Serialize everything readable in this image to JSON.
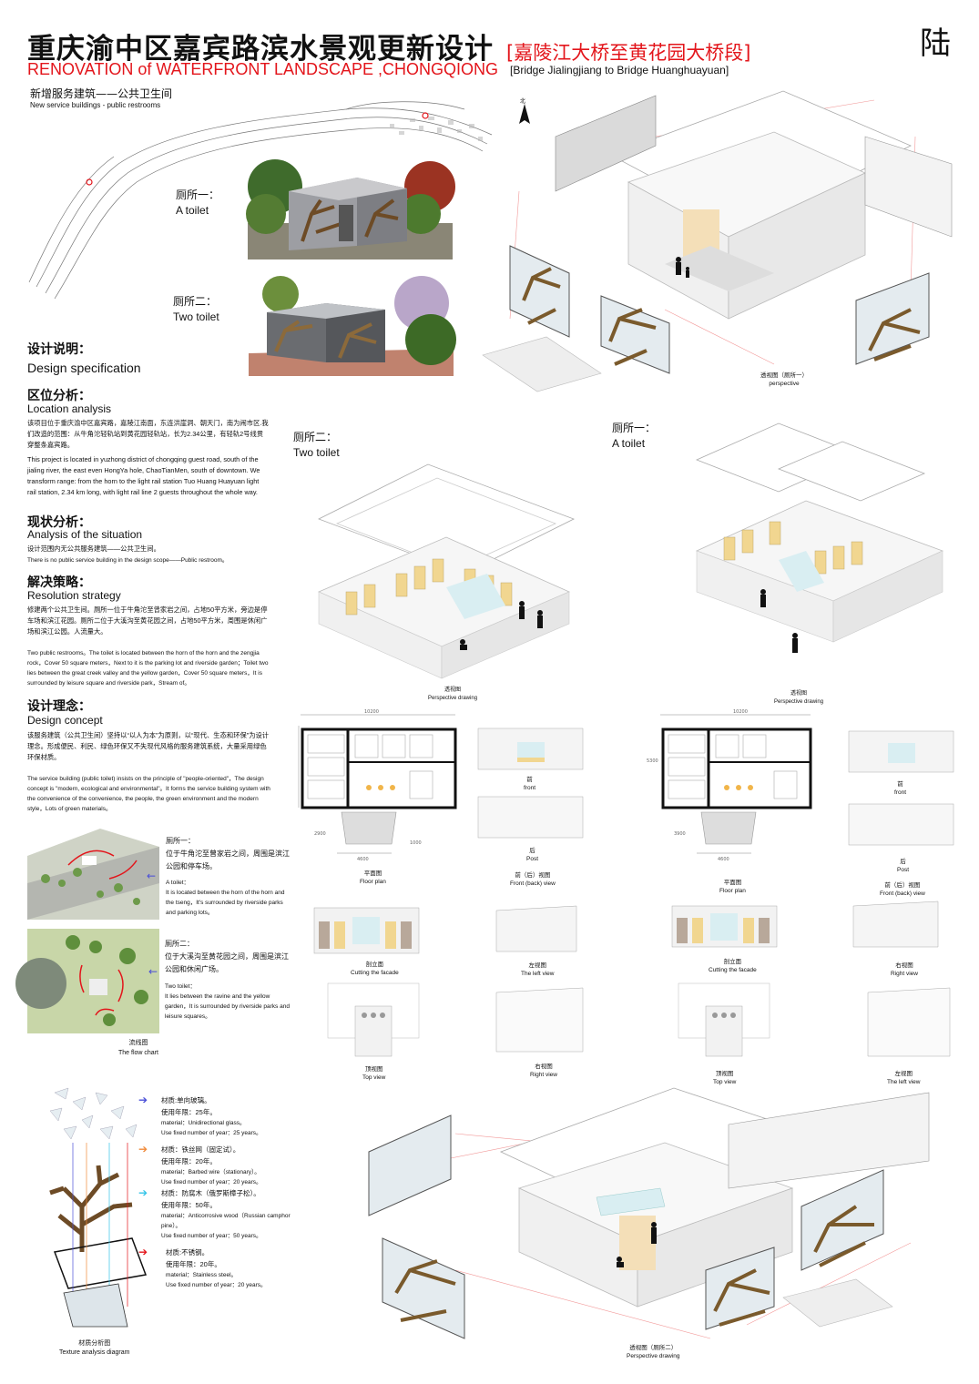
{
  "header": {
    "title_cn": "重庆渝中区嘉宾路滨水景观更新设计",
    "title_en": "RENOVATION of WATERFRONT LANDSCAPE ,CHONGQIONG",
    "section_cn": "[嘉陵江大桥至黄花园大桥段]",
    "section_en": "[Bridge Jialingjiang to  Bridge Huanghuayuan]",
    "page_number": "陆"
  },
  "service": {
    "title_cn": "新增服务建筑——公共卫生间",
    "title_en": "New service buildings - public restrooms",
    "north": "北"
  },
  "toilet_one": {
    "cn": "厕所一：",
    "en": "A toilet"
  },
  "toilet_two": {
    "cn": "厕所二：",
    "en": "Two toilet"
  },
  "spec": {
    "cn": "设计说明：",
    "en": "Design specification"
  },
  "location": {
    "cn": "区位分析：",
    "en": "Location analysis",
    "body_cn": "该项目位于重庆渝中区嘉宾路，嘉陵江南面，东连洪崖洞、朝天门，南为闹市区.我们改造的范围：从牛角沱轻轨站到黄花园轻轨站，长为2.34公里，有轻轨2号线贯穿整条嘉宾路。",
    "body_en": "This project is located in yuzhong district of chongqing guest road, south of the jialing river, the east even HongYa hole, ChaoTianMen, south of downtown. We transform range: from the horn to the light rail station Tuo Huang Huayuan light rail station, 2.34 km long, with light rail line 2 guests throughout the whole way."
  },
  "situation": {
    "cn": "现状分析：",
    "en": "Analysis of the situation",
    "body_cn": "设计范围内无公共服务建筑——公共卫生间。",
    "body_en": "There is no public service building in the design scope——Public restroom。"
  },
  "strategy": {
    "cn": "解决策略：",
    "en": "Resolution strategy",
    "body_cn": "修建两个公共卫生间。厕所一位于牛角沱至曾家岩之间，占地50平方米，旁边是停车场和滨江花园。厕所二位于大溪沟至黄花园之间，占地50平方米，周围是休闲广场和滨江公园。人流量大。",
    "body_en": "Two public restrooms。The toilet is located between the horn of the horn and the zengjia rock，Cover 50 square meters，Next to it is the parking lot and riverside garden；Toilet two lies between the great creek valley and the yellow garden，Cover 50 square meters，It is surrounded by leisure square and riverside park，Stream of。"
  },
  "concept": {
    "cn": "设计理念：",
    "en": "Design concept",
    "body_cn": "该服务建筑（公共卫生间）坚持以“以人为本”为原则，以“现代、生态和环保”为设计理念。形成便民、利民、绿色环保又不失现代风格的服务建筑系统，大量采用绿色环保材质。",
    "body_en": "The service building (public toilet) insists on the principle of \"people-oriented\"，The design concept is \"modern, ecological and environmental\"。It forms the service building system with the convenience of the convenience, the people, the green environment and the modern style，Lots of green materials。"
  },
  "flow": {
    "t1_cn": "厕所一：",
    "t1_body_cn": "位于牛角沱至曾家岩之间，周围是滨江公园和停车场。",
    "t1_en": "A toilet：",
    "t1_body_en": "It is located between the horn of the horn and the tseng，It's surrounded by riverside parks and parking lots。",
    "t2_cn": "厕所二：",
    "t2_body_cn": "位于大溪沟至黄花园之间，周围是滨江公园和休闲广场。",
    "t2_en": "Two toilet：",
    "t2_body_en": "It lies between the ravine and the yellow garden，It is surrounded by riverside parks and leisure squares。",
    "caption_cn": "流线图",
    "caption_en": "The flow chart"
  },
  "materials": [
    {
      "cn": "材质:单向玻璃。",
      "life_cn": "使用年限：25年。",
      "en": "material：Unidirectional glass。",
      "life_en": "Use fixed number of year：25 years。",
      "color": "#4a4fd8"
    },
    {
      "cn": "材质：铁丝网（固定试）。",
      "life_cn": "使用年限：20年。",
      "en": "material：Barbed wire（stationary）。",
      "life_en": "Use fixed number of year：20 years。",
      "color": "#f08a3a"
    },
    {
      "cn": "材质：防腐木（俄罗斯樟子松）。",
      "life_cn": "使用年限：50年。",
      "en": "material：Anticorrosive wood（Russian camphor pine）。",
      "life_en": "Use fixed number of year：50 years。",
      "color": "#35c4e8"
    },
    {
      "cn": "材质:不锈钢。",
      "life_cn": "使用年限：20年。",
      "en": "material：Stainless steel。",
      "life_en": "Use fixed number of year：20 years。",
      "color": "#e3151b"
    }
  ],
  "material_caption": {
    "cn": "材质分析图",
    "en": "Texture analysis diagram"
  },
  "captions": {
    "persp1_cn": "透视图（厕所一）",
    "persp1_en": "perspective",
    "persp2_cn": "透视图（厕所二）",
    "persp2_en": "Perspective drawing",
    "expl_cn": "透视图",
    "expl_en": "Perspective drawing",
    "plan_cn": "平面图",
    "plan_en": "Floor plan",
    "fb_cn": "前（后）视图",
    "fb_en": "Front (back) view",
    "front_cn": "前",
    "front_en": "front",
    "back_cn": "后",
    "back_en": "Post",
    "cut_cn": "剖立面",
    "cut_en": "Cutting the facade",
    "left_cn": "左视图",
    "left_en": "The left view",
    "right_cn": "右视图",
    "right_en": "Right view",
    "top_cn": "顶视图",
    "top_en": "Top view"
  },
  "dims": {
    "w": "10200",
    "h": "5300",
    "s1": "4600",
    "s2": "3900",
    "s3": "1000",
    "s4": "2900"
  }
}
